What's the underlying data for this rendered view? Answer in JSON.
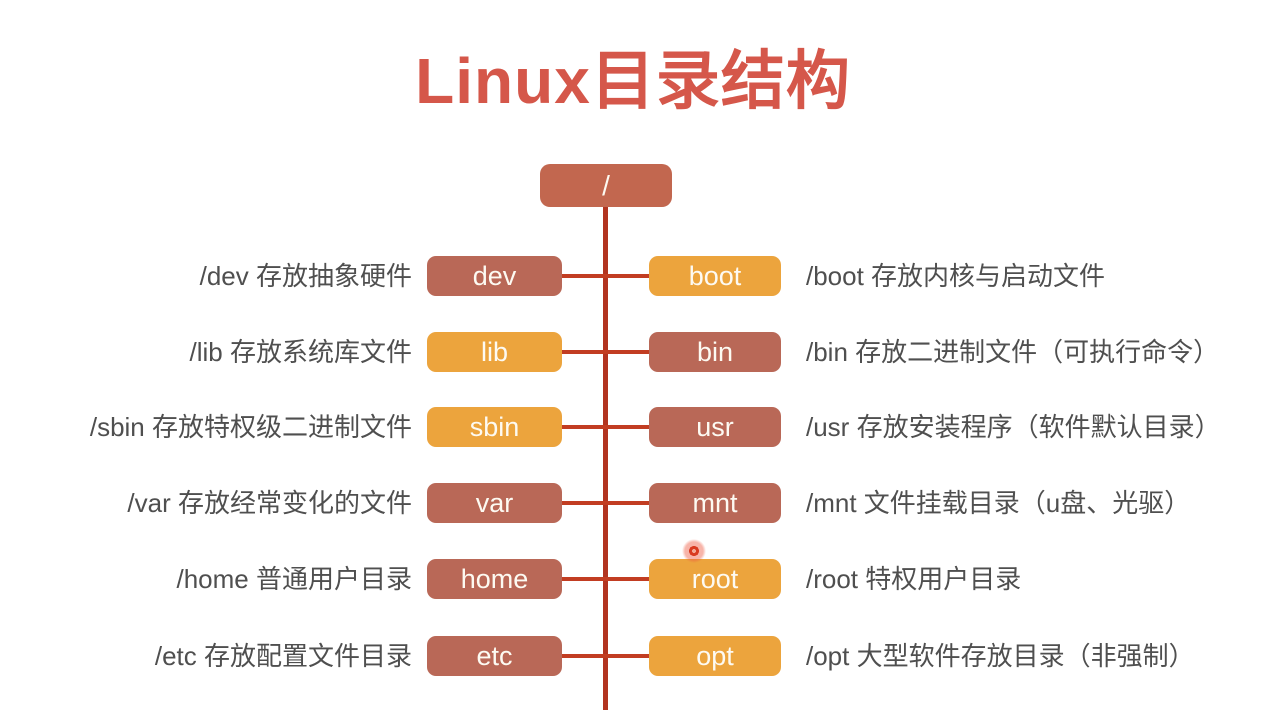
{
  "title": "Linux目录结构",
  "root": {
    "label": "/",
    "color": "#c2674f"
  },
  "rows": [
    {
      "left": {
        "name": "dev",
        "desc": "/dev 存放抽象硬件",
        "color": "#b96857"
      },
      "right": {
        "name": "boot",
        "desc": "/boot 存放内核与启动文件",
        "color": "#eca43d"
      }
    },
    {
      "left": {
        "name": "lib",
        "desc": "/lib 存放系统库文件",
        "color": "#eca43d"
      },
      "right": {
        "name": "bin",
        "desc": "/bin 存放二进制文件（可执行命令）",
        "color": "#b96857"
      }
    },
    {
      "left": {
        "name": "sbin",
        "desc": "/sbin 存放特权级二进制文件",
        "color": "#eca43d"
      },
      "right": {
        "name": "usr",
        "desc": "/usr 存放安装程序（软件默认目录）",
        "color": "#b96857"
      }
    },
    {
      "left": {
        "name": "var",
        "desc": "/var 存放经常变化的文件",
        "color": "#b96857"
      },
      "right": {
        "name": "mnt",
        "desc": "/mnt 文件挂载目录（u盘、光驱）",
        "color": "#b96857"
      }
    },
    {
      "left": {
        "name": "home",
        "desc": "/home 普通用户目录",
        "color": "#b96857"
      },
      "right": {
        "name": "root",
        "desc": "/root 特权用户目录",
        "color": "#eca43d"
      }
    },
    {
      "left": {
        "name": "etc",
        "desc": "/etc 存放配置文件目录",
        "color": "#b96857"
      },
      "right": {
        "name": "opt",
        "desc": "/opt 大型软件存放目录（非强制）",
        "color": "#eca43d"
      }
    }
  ],
  "colors": {
    "title": "#d5574a",
    "trunk_line": "#b23420",
    "branch_line": "#c23d22",
    "desc_text": "#4f4f4f",
    "box_text": "#fdfaf2"
  }
}
